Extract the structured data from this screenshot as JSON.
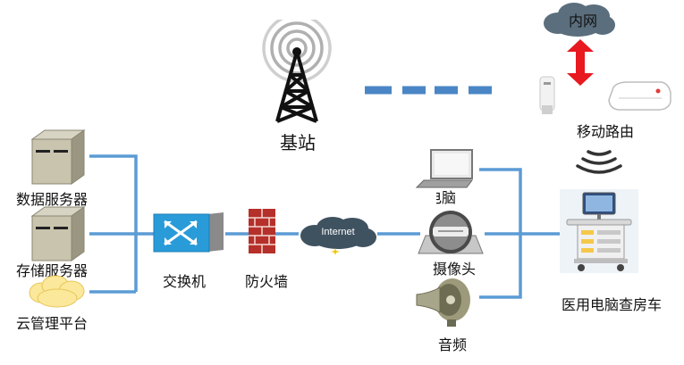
{
  "colors": {
    "link": "#5b9bd5",
    "wireless_dash": "#4a86c5",
    "cloud_dark": "#5a6e7d",
    "arrow_red": "#e8191f",
    "cloud_yellow": "#fbe89a"
  },
  "nodes": {
    "intranet": {
      "label": "内网",
      "icon": "cloud-icon"
    },
    "base_station": {
      "label": "基站",
      "icon": "radio-tower-icon"
    },
    "mobile_router": {
      "label": "移动路由",
      "icon": "mobile-router-icon"
    },
    "data_server": {
      "label": "数据服务器",
      "icon": "server-icon"
    },
    "storage_server": {
      "label": "存储服务器",
      "icon": "server-icon"
    },
    "cloud_platform": {
      "label": "云管理平台",
      "icon": "cloud-icon"
    },
    "switch": {
      "label": "交换机",
      "icon": "switch-icon"
    },
    "firewall": {
      "label": "防火墙",
      "icon": "firewall-icon"
    },
    "internet": {
      "label": "Internet",
      "icon": "internet-cloud-icon"
    },
    "laptop": {
      "label": "电脑",
      "icon": "laptop-icon"
    },
    "camera": {
      "label": "摄像头",
      "icon": "camera-icon"
    },
    "audio": {
      "label": "音频",
      "icon": "speaker-icon"
    },
    "medical_cart": {
      "label": "医用电脑查房车",
      "icon": "medical-cart-icon"
    }
  }
}
